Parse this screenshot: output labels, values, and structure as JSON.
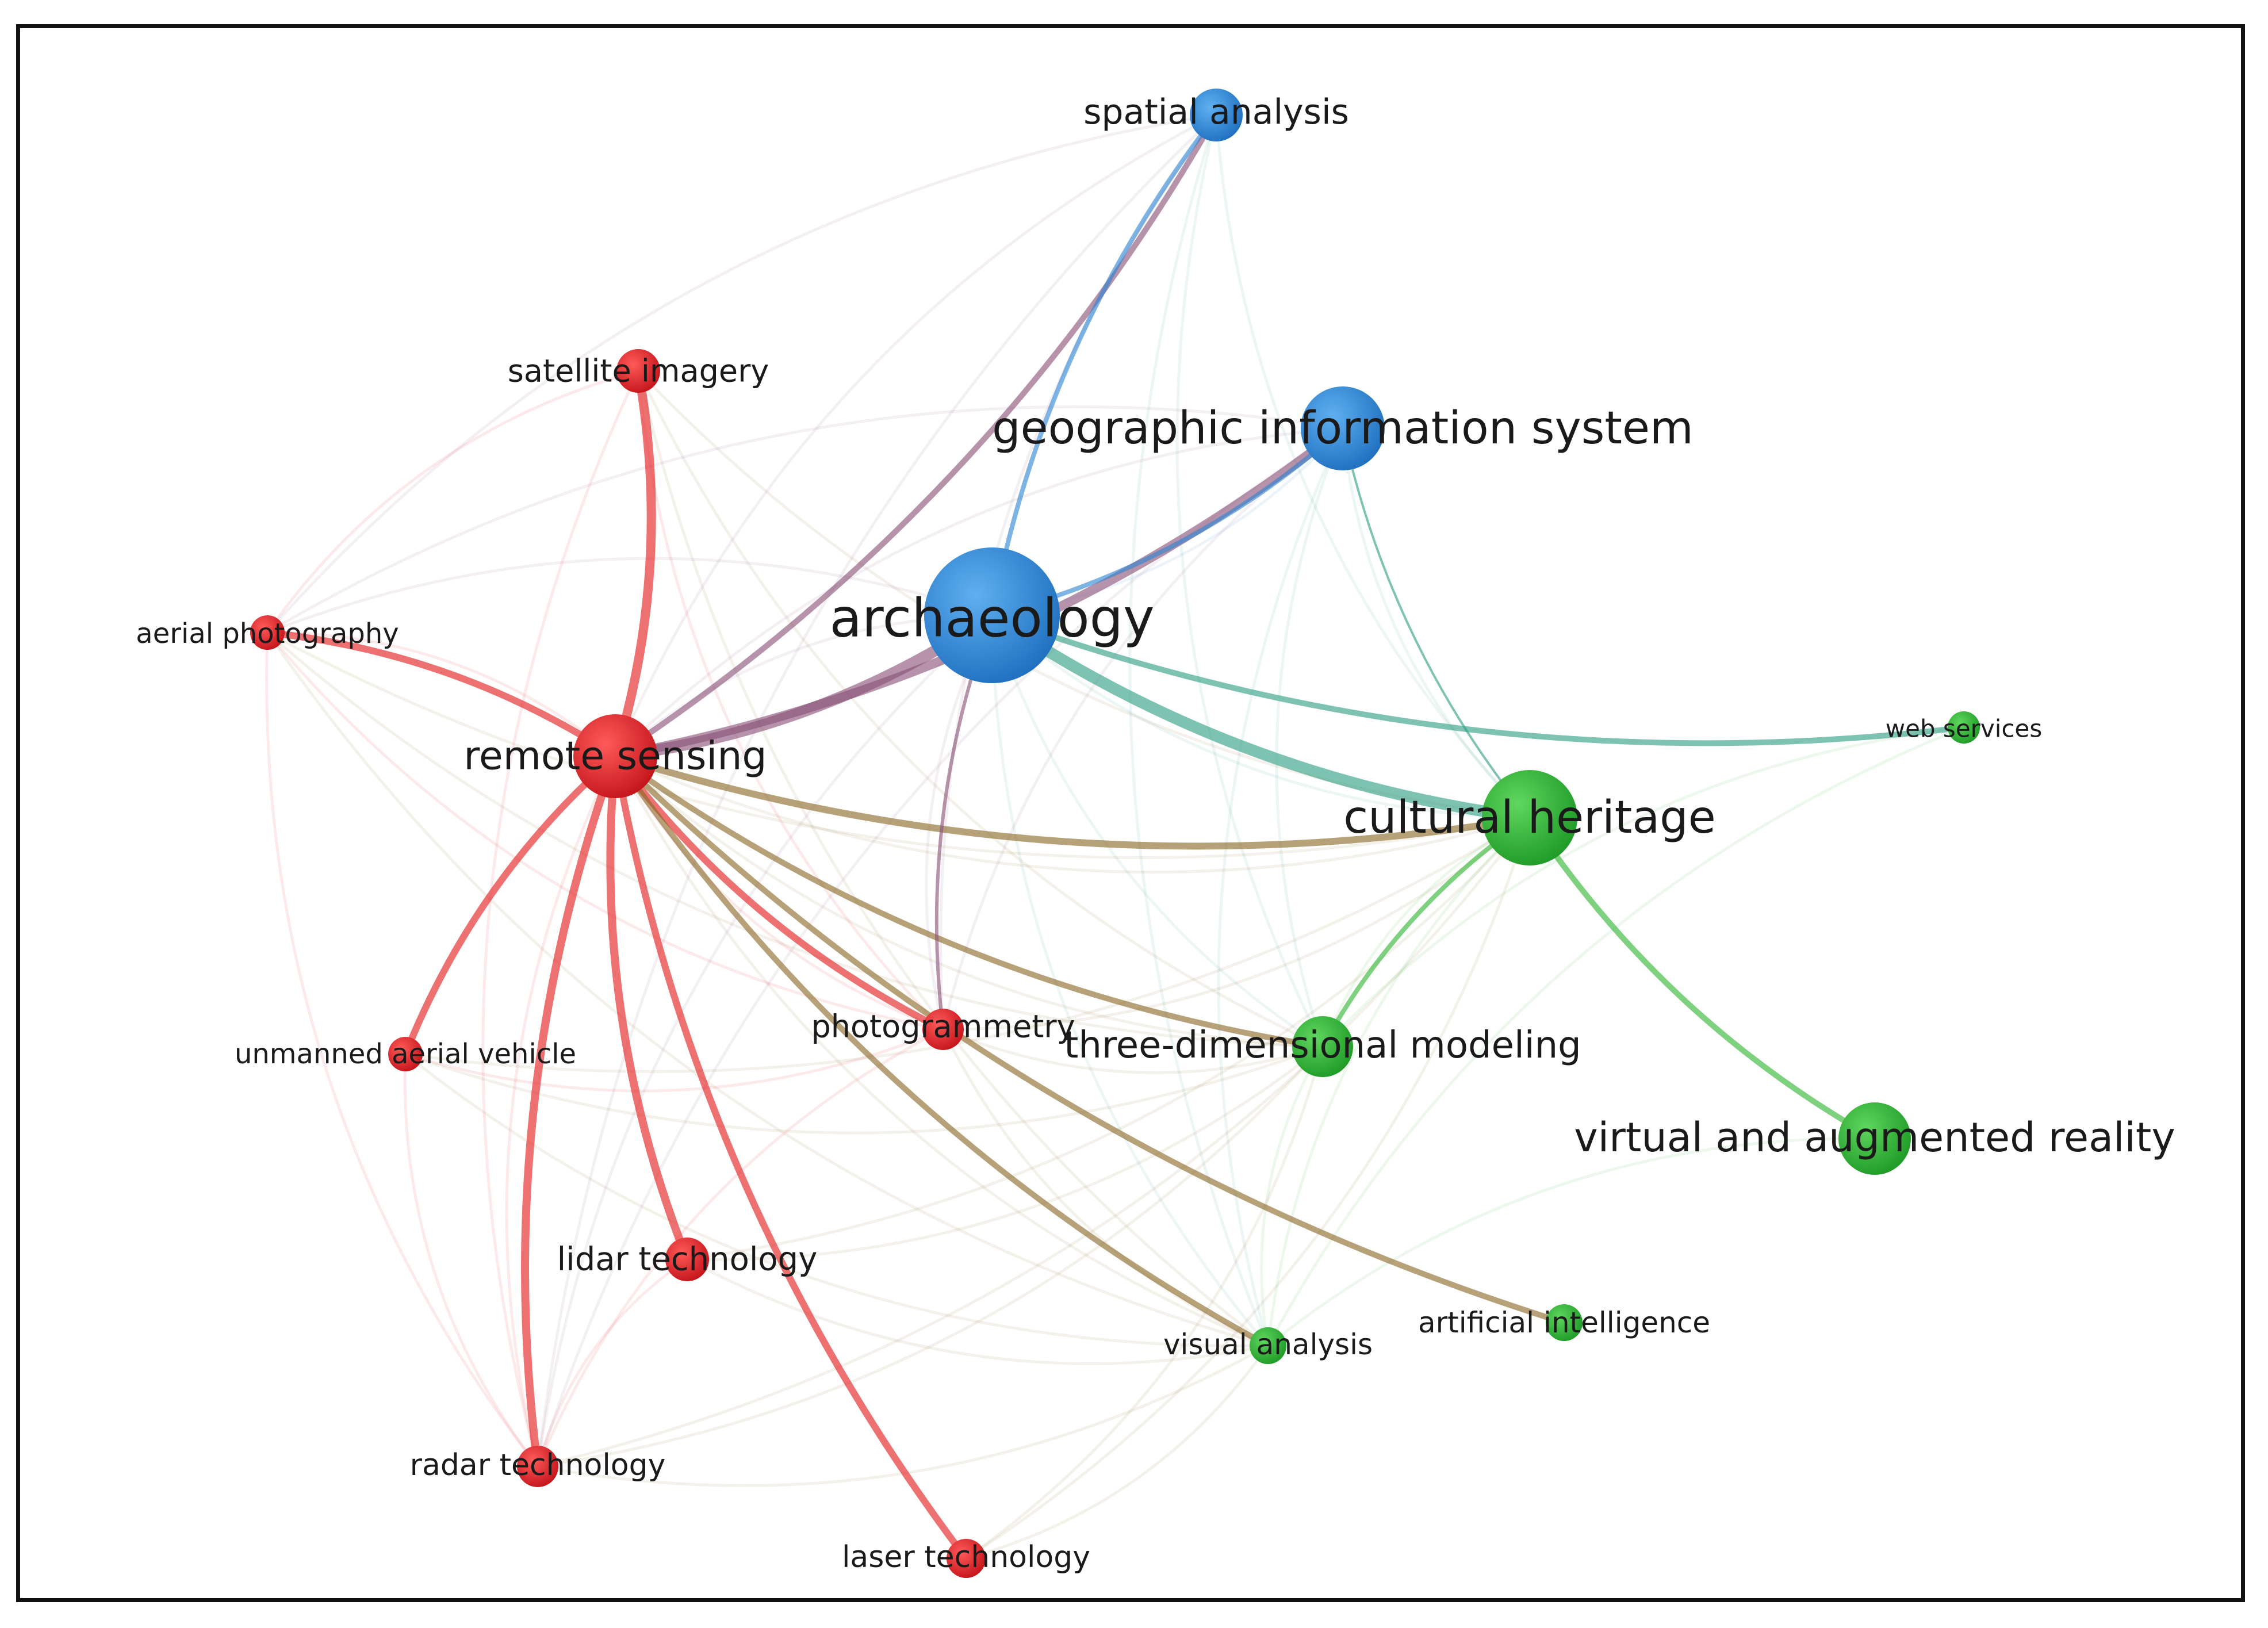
{
  "nodes": [
    {
      "id": "archaeology",
      "label": "archaeology",
      "cluster": "blue",
      "weight": 1.0
    },
    {
      "id": "gis",
      "label": "geographic information system",
      "cluster": "blue",
      "weight": 0.55
    },
    {
      "id": "spatial",
      "label": "spatial analysis",
      "cluster": "blue",
      "weight": 0.28
    },
    {
      "id": "remote",
      "label": "remote sensing",
      "cluster": "red",
      "weight": 0.55
    },
    {
      "id": "satellite",
      "label": "satellite imagery",
      "cluster": "red",
      "weight": 0.2
    },
    {
      "id": "aerial",
      "label": "aerial photography",
      "cluster": "red",
      "weight": 0.12
    },
    {
      "id": "uav",
      "label": "unmanned aerial vehicle",
      "cluster": "red",
      "weight": 0.12
    },
    {
      "id": "photogrammetry",
      "label": "photogrammetry",
      "cluster": "red",
      "weight": 0.18
    },
    {
      "id": "lidar",
      "label": "lidar technology",
      "cluster": "red",
      "weight": 0.2
    },
    {
      "id": "radar",
      "label": "radar technology",
      "cluster": "red",
      "weight": 0.18
    },
    {
      "id": "laser",
      "label": "laser technology",
      "cluster": "red",
      "weight": 0.16
    },
    {
      "id": "heritage",
      "label": "cultural heritage",
      "cluster": "green",
      "weight": 0.65
    },
    {
      "id": "web",
      "label": "web services",
      "cluster": "green",
      "weight": 0.1
    },
    {
      "id": "modeling",
      "label": "three-dimensional modeling",
      "cluster": "green",
      "weight": 0.35
    },
    {
      "id": "var",
      "label": "virtual and augmented reality",
      "cluster": "green",
      "weight": 0.45
    },
    {
      "id": "visual",
      "label": "visual analysis",
      "cluster": "green",
      "weight": 0.14
    },
    {
      "id": "ai",
      "label": "artificial intelligence",
      "cluster": "green",
      "weight": 0.14
    }
  ],
  "edges": [
    [
      "remote",
      "archaeology",
      5
    ],
    [
      "remote",
      "gis",
      4
    ],
    [
      "remote",
      "spatial",
      2.5
    ],
    [
      "remote",
      "satellite",
      4
    ],
    [
      "remote",
      "aerial",
      3
    ],
    [
      "remote",
      "uav",
      3
    ],
    [
      "remote",
      "lidar",
      3.5
    ],
    [
      "remote",
      "radar",
      3.5
    ],
    [
      "remote",
      "laser",
      3
    ],
    [
      "remote",
      "photogrammetry",
      3
    ],
    [
      "remote",
      "heritage",
      3
    ],
    [
      "remote",
      "modeling",
      2.5
    ],
    [
      "remote",
      "visual",
      2.5
    ],
    [
      "remote",
      "ai",
      2.5
    ],
    [
      "archaeology",
      "heritage",
      5
    ],
    [
      "archaeology",
      "web",
      2.5
    ],
    [
      "archaeology",
      "gis",
      2
    ],
    [
      "archaeology",
      "photogrammetry",
      1.5
    ],
    [
      "spatial",
      "archaeology",
      2
    ],
    [
      "heritage",
      "var",
      2.5
    ],
    [
      "heritage",
      "modeling",
      2
    ],
    [
      "gis",
      "heritage",
      1
    ]
  ],
  "palette": {
    "blue": "#2f86d4",
    "red": "#e31a1c",
    "green": "#2fb52f",
    "frame": "#111111"
  }
}
